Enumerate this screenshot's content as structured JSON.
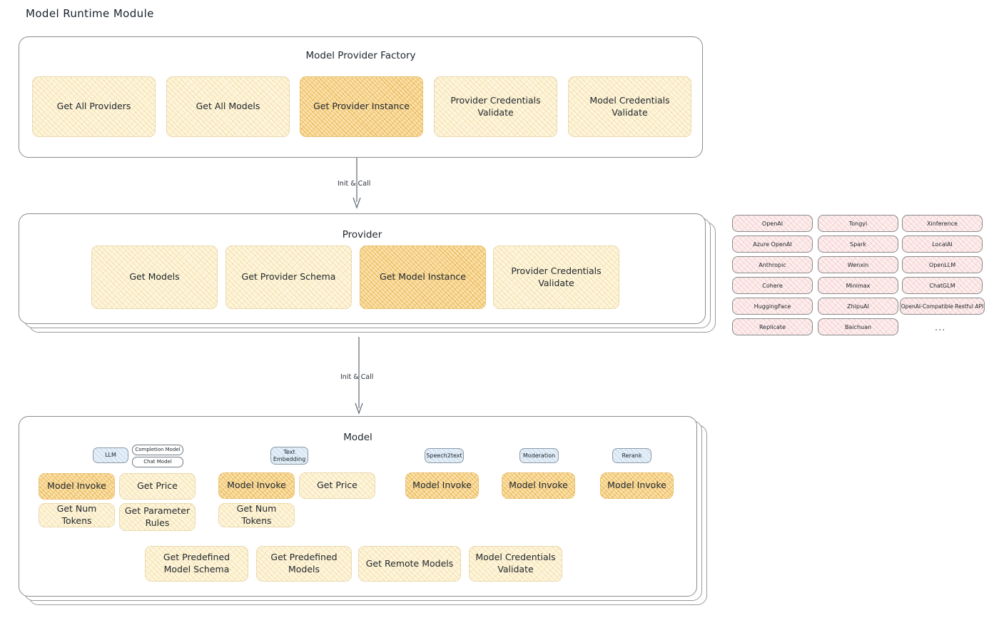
{
  "page": {
    "title": "Model Runtime Module"
  },
  "factory": {
    "title": "Model Provider Factory",
    "actions": [
      {
        "label": "Get All Providers",
        "highlight": false
      },
      {
        "label": "Get All Models",
        "highlight": false
      },
      {
        "label": "Get Provider Instance",
        "highlight": true
      },
      {
        "label": "Provider Credentials Validate",
        "highlight": false
      },
      {
        "label": "Model Credentials Validate",
        "highlight": false
      }
    ]
  },
  "arrows": [
    {
      "label": "Init & Call"
    },
    {
      "label": "Init & Call"
    }
  ],
  "provider": {
    "title": "Provider",
    "actions": [
      {
        "label": "Get Models",
        "highlight": false
      },
      {
        "label": "Get Provider Schema",
        "highlight": false
      },
      {
        "label": "Get Model Instance",
        "highlight": true
      },
      {
        "label": "Provider Credentials Validate",
        "highlight": false
      }
    ]
  },
  "provider_list": {
    "columns": [
      [
        "OpenAI",
        "Azure OpenAI",
        "Anthropic",
        "Cohere",
        "HuggingFace",
        "Replicate"
      ],
      [
        "Tongyi",
        "Spark",
        "Wenxin",
        "Minimax",
        "ZhipuAI",
        "Baichuan"
      ],
      [
        "Xinference",
        "LocalAI",
        "OpenLLM",
        "ChatGLM",
        "OpenAI-Compatible Restful API"
      ]
    ],
    "more": "..."
  },
  "model": {
    "title": "Model",
    "more": "...",
    "types": [
      {
        "name": "LLM",
        "subtypes": [
          "Completion Model",
          "Chat Model"
        ]
      },
      {
        "name": "Text Embedding",
        "subtypes": []
      },
      {
        "name": "Speech2text",
        "subtypes": []
      },
      {
        "name": "Moderation",
        "subtypes": []
      },
      {
        "name": "Rerank",
        "subtypes": []
      }
    ],
    "columns": [
      {
        "actions": [
          {
            "label": "Model Invoke",
            "highlight": true
          },
          {
            "label": "Get Price",
            "highlight": false
          },
          {
            "label": "Get Num Tokens",
            "highlight": false
          },
          {
            "label": "Get Parameter Rules",
            "highlight": false
          }
        ]
      },
      {
        "actions": [
          {
            "label": "Model Invoke",
            "highlight": true
          },
          {
            "label": "Get Price",
            "highlight": false
          },
          {
            "label": "Get Num Tokens",
            "highlight": false
          }
        ]
      },
      {
        "actions": [
          {
            "label": "Model Invoke",
            "highlight": true
          }
        ]
      },
      {
        "actions": [
          {
            "label": "Model Invoke",
            "highlight": true
          }
        ]
      },
      {
        "actions": [
          {
            "label": "Model Invoke",
            "highlight": true
          }
        ]
      }
    ],
    "common_actions": [
      {
        "label": "Get Predefined Model Schema"
      },
      {
        "label": "Get Predefined Models"
      },
      {
        "label": "Get Remote Models"
      },
      {
        "label": "Model Credentials Validate"
      }
    ]
  },
  "colors": {
    "accent_yellow": "#fdf5dd",
    "accent_yellow_strong": "#fbe2ae",
    "chip_blue": "#e3eef8",
    "pill_pink": "#fdeeee",
    "stroke": "#8c8c8c"
  }
}
